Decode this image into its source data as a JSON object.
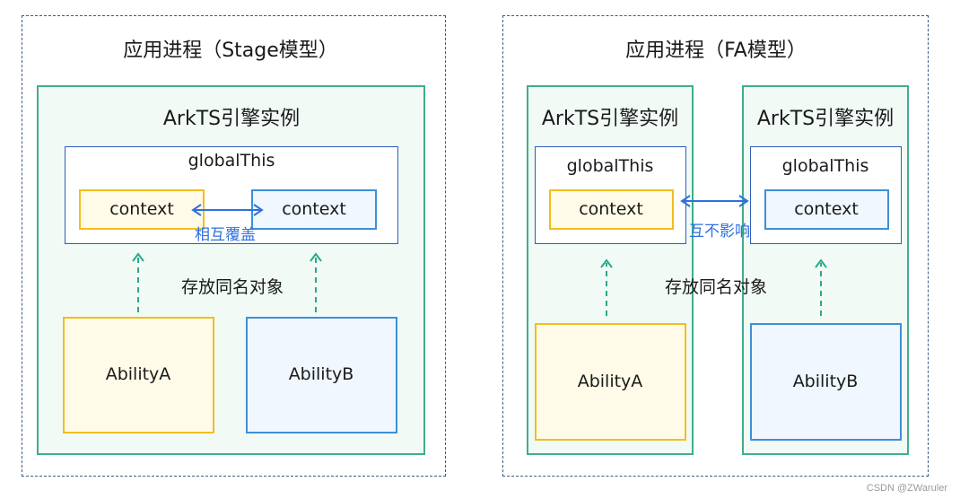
{
  "stage": {
    "process_title": "应用进程（Stage模型）",
    "engine_title": "ArkTS引擎实例",
    "global_label": "globalThis",
    "context_a": "context",
    "context_b": "context",
    "relation_label": "相互覆盖",
    "store_label": "存放同名对象",
    "ability_a": "AbilityA",
    "ability_b": "AbilityB"
  },
  "fa": {
    "process_title": "应用进程（FA模型）",
    "engine_a_title": "ArkTS引擎实例",
    "engine_b_title": "ArkTS引擎实例",
    "global_a_label": "globalThis",
    "global_b_label": "globalThis",
    "context_a": "context",
    "context_b": "context",
    "relation_label": "互不影响",
    "store_label": "存放同名对象",
    "ability_a": "AbilityA",
    "ability_b": "AbilityB"
  },
  "watermark": "CSDN @ZWaruler",
  "colors": {
    "process_border": "#3d5a8a",
    "engine_border": "#3fae8e",
    "engine_fill": "#f1faf5",
    "global_border": "#2f5db8",
    "yellow_border": "#f3bd1e",
    "yellow_fill": "#fffbe8",
    "blue_border": "#3f8fd8",
    "blue_fill": "#f0f7fe",
    "relation_arrow": "#2f6fe0",
    "store_arrow": "#2aa889"
  }
}
